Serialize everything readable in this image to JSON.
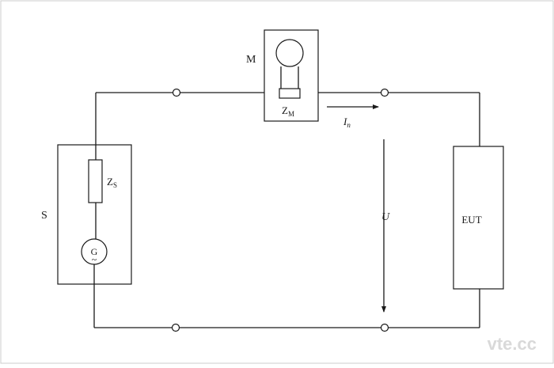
{
  "labels": {
    "meter": "M",
    "meter_impedance": "Z",
    "meter_impedance_sub": "M",
    "source": "S",
    "source_impedance": "Z",
    "source_impedance_sub": "S",
    "generator": "G",
    "generator_wave": "~",
    "current": "I",
    "current_sub": "n",
    "voltage": "U",
    "eut": "EUT"
  },
  "watermark": "vte.cc",
  "colors": {
    "line": "#1a1a1a",
    "border": "#cccccc",
    "watermark": "#d9d9d9"
  }
}
